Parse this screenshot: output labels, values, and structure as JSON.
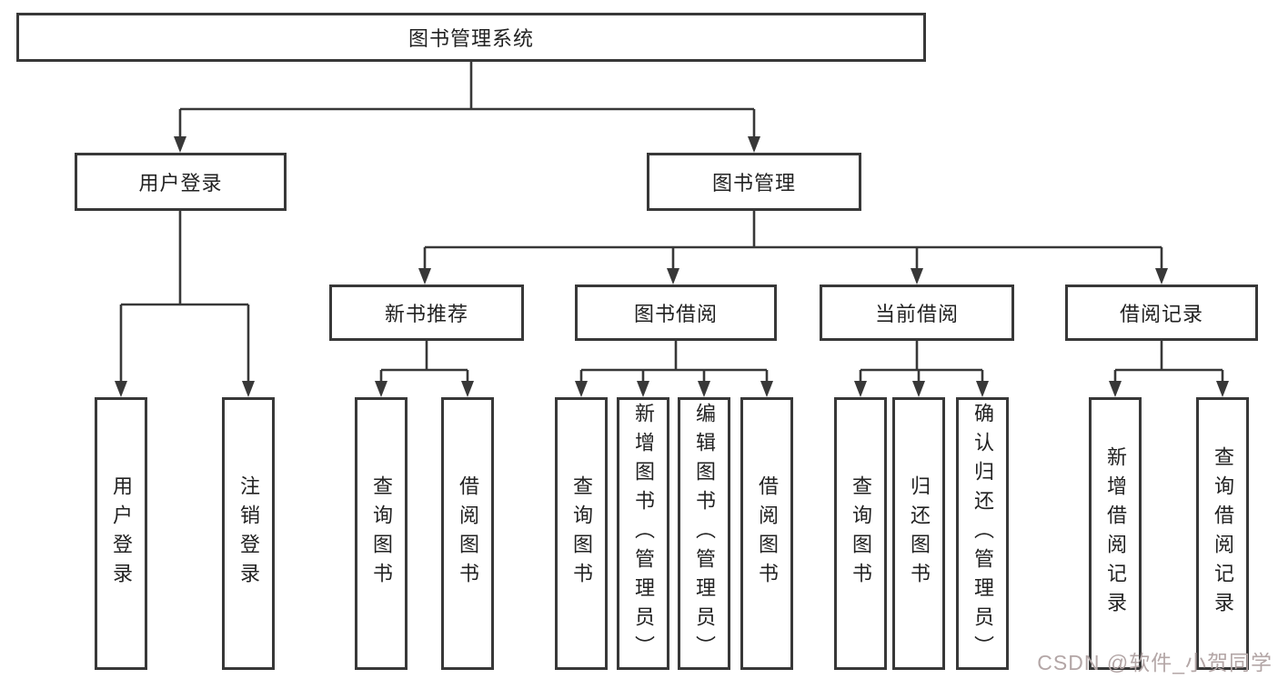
{
  "tree": {
    "root": {
      "label": "图书管理系统",
      "children": [
        {
          "label": "用户登录",
          "children": [
            {
              "label": "用户登录"
            },
            {
              "label": "注销登录"
            }
          ]
        },
        {
          "label": "图书管理",
          "children": [
            {
              "label": "新书推荐",
              "children": [
                {
                  "label": "查询图书"
                },
                {
                  "label": "借阅图书"
                }
              ]
            },
            {
              "label": "图书借阅",
              "children": [
                {
                  "label": "查询图书"
                },
                {
                  "label": "新增图书（管理员）"
                },
                {
                  "label": "编辑图书（管理员）"
                },
                {
                  "label": "借阅图书"
                }
              ]
            },
            {
              "label": "当前借阅",
              "children": [
                {
                  "label": "查询图书"
                },
                {
                  "label": "归还图书"
                },
                {
                  "label": "确认归还（管理员）"
                }
              ]
            },
            {
              "label": "借阅记录",
              "children": [
                {
                  "label": "新增借阅记录"
                },
                {
                  "label": "查询借阅记录"
                }
              ]
            }
          ]
        }
      ]
    }
  },
  "colors": {
    "line": "#383838",
    "text": "#222222",
    "watermark": "#b3a6a6"
  },
  "watermark": {
    "text": "CSDN @软件_小贺同学"
  }
}
